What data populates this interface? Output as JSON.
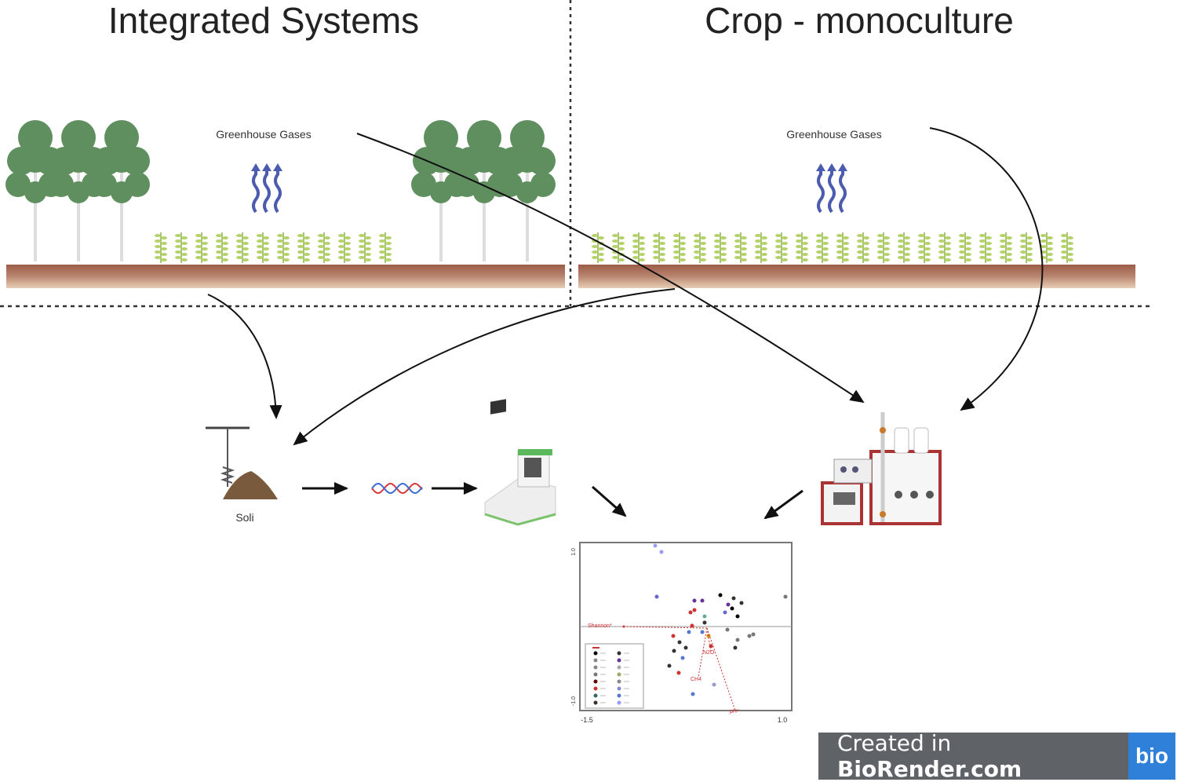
{
  "panels": {
    "left_title": "Integrated Systems",
    "right_title": "Crop - monoculture",
    "left_gas_label": "Greenhouse Gases",
    "right_gas_label": "Greenhouse Gases"
  },
  "workflow": {
    "soil_label": "Soli"
  },
  "ordination_plot": {
    "x_ticks": [
      "-1.5",
      "1.0"
    ],
    "y_ticks": [
      "1.0",
      "-1.0"
    ],
    "vector_labels": [
      "Shannon*",
      "N2O",
      "CH4",
      "pH*"
    ]
  },
  "badge": {
    "prefix": "Created in ",
    "brand": "BioRender.com",
    "logo": "bio"
  },
  "colors": {
    "tree": "#5f8f5f",
    "soil": "#a66a52",
    "gas_arrows": "#4a5bb0",
    "vector": "#d03030",
    "badge_bg": "#5f6368",
    "badge_logo_bg": "#2f80d8"
  }
}
